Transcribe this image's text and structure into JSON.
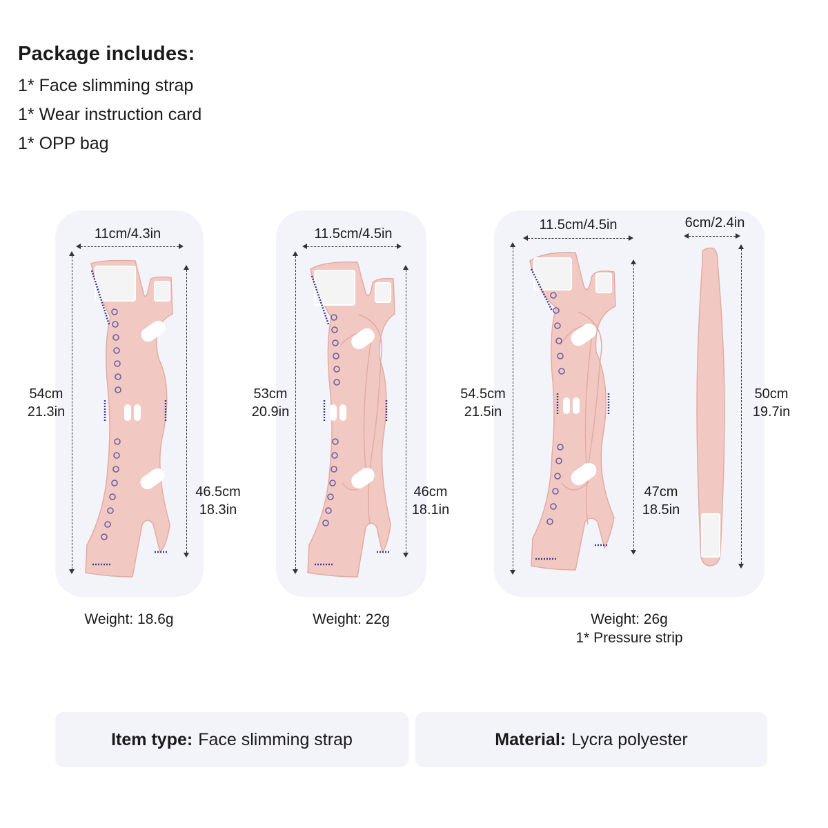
{
  "package": {
    "title": "Package includes:",
    "items": [
      "1* Face slimming strap",
      "1* Wear instruction card",
      "1* OPP bag"
    ]
  },
  "products": [
    {
      "width_label": "11cm/4.3in",
      "length_cm": "54cm",
      "length_in": "21.3in",
      "inner_cm": "46.5cm",
      "inner_in": "18.3in",
      "weight": "Weight: 18.6g"
    },
    {
      "width_label": "11.5cm/4.5in",
      "length_cm": "53cm",
      "length_in": "20.9in",
      "inner_cm": "46cm",
      "inner_in": "18.1in",
      "weight": "Weight: 22g"
    },
    {
      "width_label": "11.5cm/4.5in",
      "length_cm": "54.5cm",
      "length_in": "21.5in",
      "inner_cm": "47cm",
      "inner_in": "18.5in",
      "weight": "Weight: 26g",
      "extra": "1* Pressure strip",
      "strip_width_label": "6cm/2.4in",
      "strip_length_cm": "50cm",
      "strip_length_in": "19.7in"
    }
  ],
  "specs": {
    "item_type_label": "Item type:",
    "item_type_value": "Face slimming strap",
    "material_label": "Material:",
    "material_value": "Lycra polyester"
  },
  "colors": {
    "strap": "#f2c9c2",
    "strap_edge": "#e2aba3",
    "velcro": "#f4f4f4",
    "stitch": "#3d3a8a",
    "card_bg": "#f3f3fa"
  }
}
